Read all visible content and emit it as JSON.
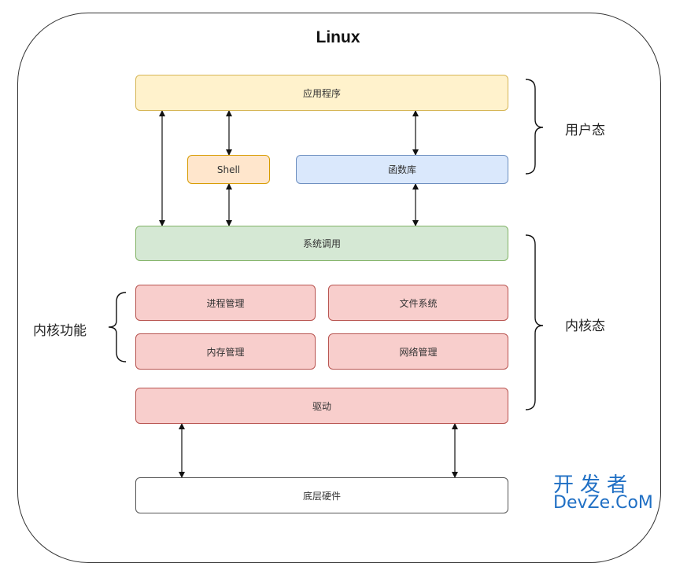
{
  "title": "Linux",
  "boxes": {
    "app": "应用程序",
    "shell": "Shell",
    "library": "函数库",
    "syscall": "系统调用",
    "process": "进程管理",
    "filesystem": "文件系统",
    "memory": "内存管理",
    "network": "网络管理",
    "driver": "驱动",
    "hardware": "底层硬件"
  },
  "labels": {
    "user_mode": "用户态",
    "kernel_mode": "内核态",
    "kernel_functions": "内核功能"
  },
  "watermark": {
    "cn": "开发者",
    "en": "DevZe.CoM"
  },
  "colors": {
    "yellow_fill": "#fff2cc",
    "orange_fill": "#ffe6cc",
    "blue_fill": "#dae8fc",
    "green_fill": "#d5e8d4",
    "red_fill": "#f8cecc"
  }
}
